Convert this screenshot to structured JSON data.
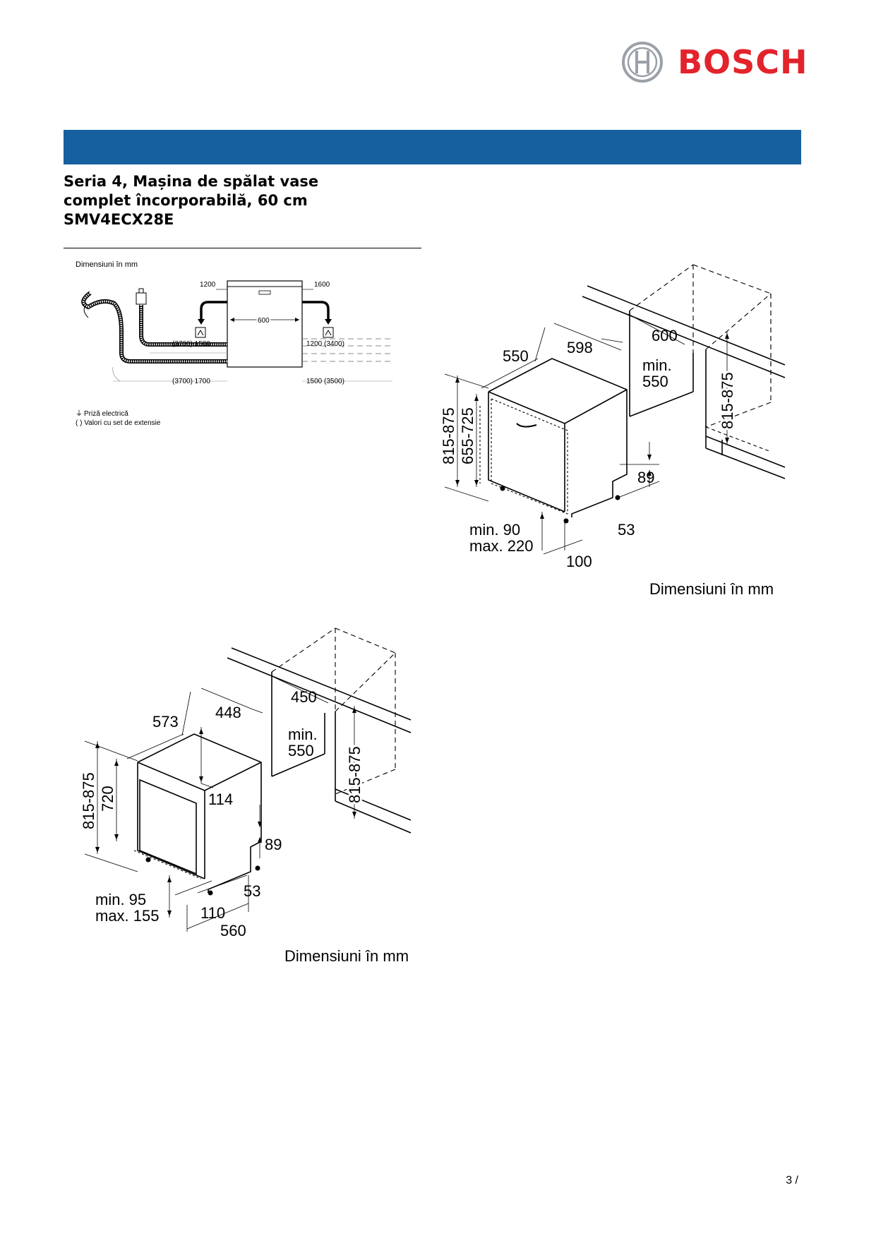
{
  "brand": {
    "name": "BOSCH",
    "color": "#e3232c",
    "band_color": "#1660a0"
  },
  "title_lines": [
    "Seria 4, Mașina de spălat vase",
    "complet încorporabilă, 60 cm",
    "SMV4ECX28E"
  ],
  "diagram1": {
    "heading": "Dimensiuni în mm",
    "top_left": "1200",
    "top_right": "1600",
    "width": "600",
    "hose_left_1": "(3700) 1500",
    "hose_right_1": "1200 (3400)",
    "hose_left_2": "(3700) 1700",
    "hose_right_2": "1500 (3500)",
    "legend_plug": "Priză electrică",
    "legend_values": "( ) Valori cu set de extensie"
  },
  "diagram2": {
    "d550": "550",
    "d598": "598",
    "d600": "600",
    "min_label": "min.",
    "min_value": "550",
    "h_total": "815-875",
    "h_door": "655-725",
    "h_niche": "815-875",
    "d89": "89",
    "d53": "53",
    "d100": "100",
    "leg_min": "min. 90",
    "leg_max": "max. 220",
    "caption": "Dimensiuni în mm"
  },
  "diagram3": {
    "d573": "573",
    "d448": "448",
    "d450": "450",
    "min_label": "min.",
    "min_value": "550",
    "h_total": "815-875",
    "h_720": "720",
    "d114": "114",
    "h_niche": "815-875",
    "d89": "89",
    "d53": "53",
    "d110": "110",
    "d560": "560",
    "leg_min": "min. 95",
    "leg_max": "max. 155",
    "caption": "Dimensiuni în mm"
  },
  "page_number": "3 /"
}
